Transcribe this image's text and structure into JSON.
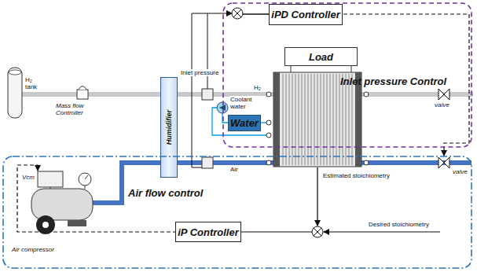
{
  "diagram": {
    "nodes": [
      {
        "text": [
          "Inlet pressure Control"
        ]
      },
      {
        "text": [
          "iPD Controller"
        ],
        "in": 0
      },
      {
        "text": [
          "Load"
        ],
        "in": 0
      },
      {
        "text": [
          "Humidifier"
        ]
      },
      {
        "text": [
          "Water"
        ],
        "in": 0
      },
      {
        "text": [
          "Air flow control"
        ]
      },
      {
        "text": [
          "iP Controller"
        ],
        "in": 5
      }
    ],
    "labels": [
      "H₂ tank",
      "Mass flow Controller",
      "Inlet pressure",
      "H₂",
      "Coolant water",
      "Air",
      "valve",
      "valve",
      "Estimated stoichiometry",
      "Desired stoichiometry",
      "Vcm",
      "Air compressor"
    ]
  }
}
